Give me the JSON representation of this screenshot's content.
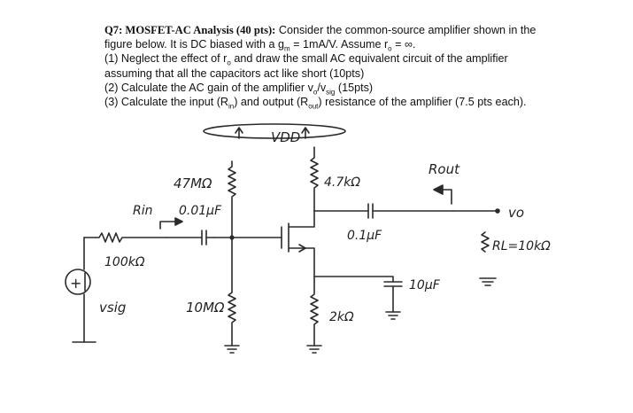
{
  "question": {
    "title": "Q7: MOSFET-AC Analysis (40 pts):",
    "intro_1": "Consider the common-source amplifier shown in the",
    "intro_2": "figure below. It is DC biased with a g",
    "gm_sub": "m",
    "intro_3": " = 1mA/V. Assume r",
    "ro_sub": "o",
    "intro_4": " = ∞.",
    "p1_a": "(1) Neglect the effect of r",
    "p1_sub": "o",
    "p1_b": " and draw the small AC equivalent circuit of the amplifier",
    "p1_c": "assuming that all the capacitors act like short (10pts)",
    "p2_a": "(2) Calculate the AC gain of the amplifier v",
    "p2_sub1": "o",
    "p2_b": "/v",
    "p2_sub2": "sig",
    "p2_c": " (15pts)",
    "p3_a": "(3) Calculate the input (R",
    "p3_sub1": "in",
    "p3_b": ") and output (R",
    "p3_sub2": "out",
    "p3_c": ") resistance of the amplifier (7.5 pts each)."
  },
  "figure": {
    "vdd_label": "VDD",
    "r_top_left_label": "47MΩ",
    "rin_label": "Rin",
    "c_in_label": "0.01μF",
    "r_sig_label": "100kΩ",
    "v_sig_label": "vsig",
    "r_bottom_left_label": "10MΩ",
    "r_drain_label": "4.7kΩ",
    "rout_label": "Rout",
    "c_out_label": "0.1μF",
    "vo_label": "vo",
    "rl_label": "RL=10kΩ",
    "r_source_label": "2kΩ",
    "c_source_label": "10μF",
    "source_plus": "+"
  }
}
